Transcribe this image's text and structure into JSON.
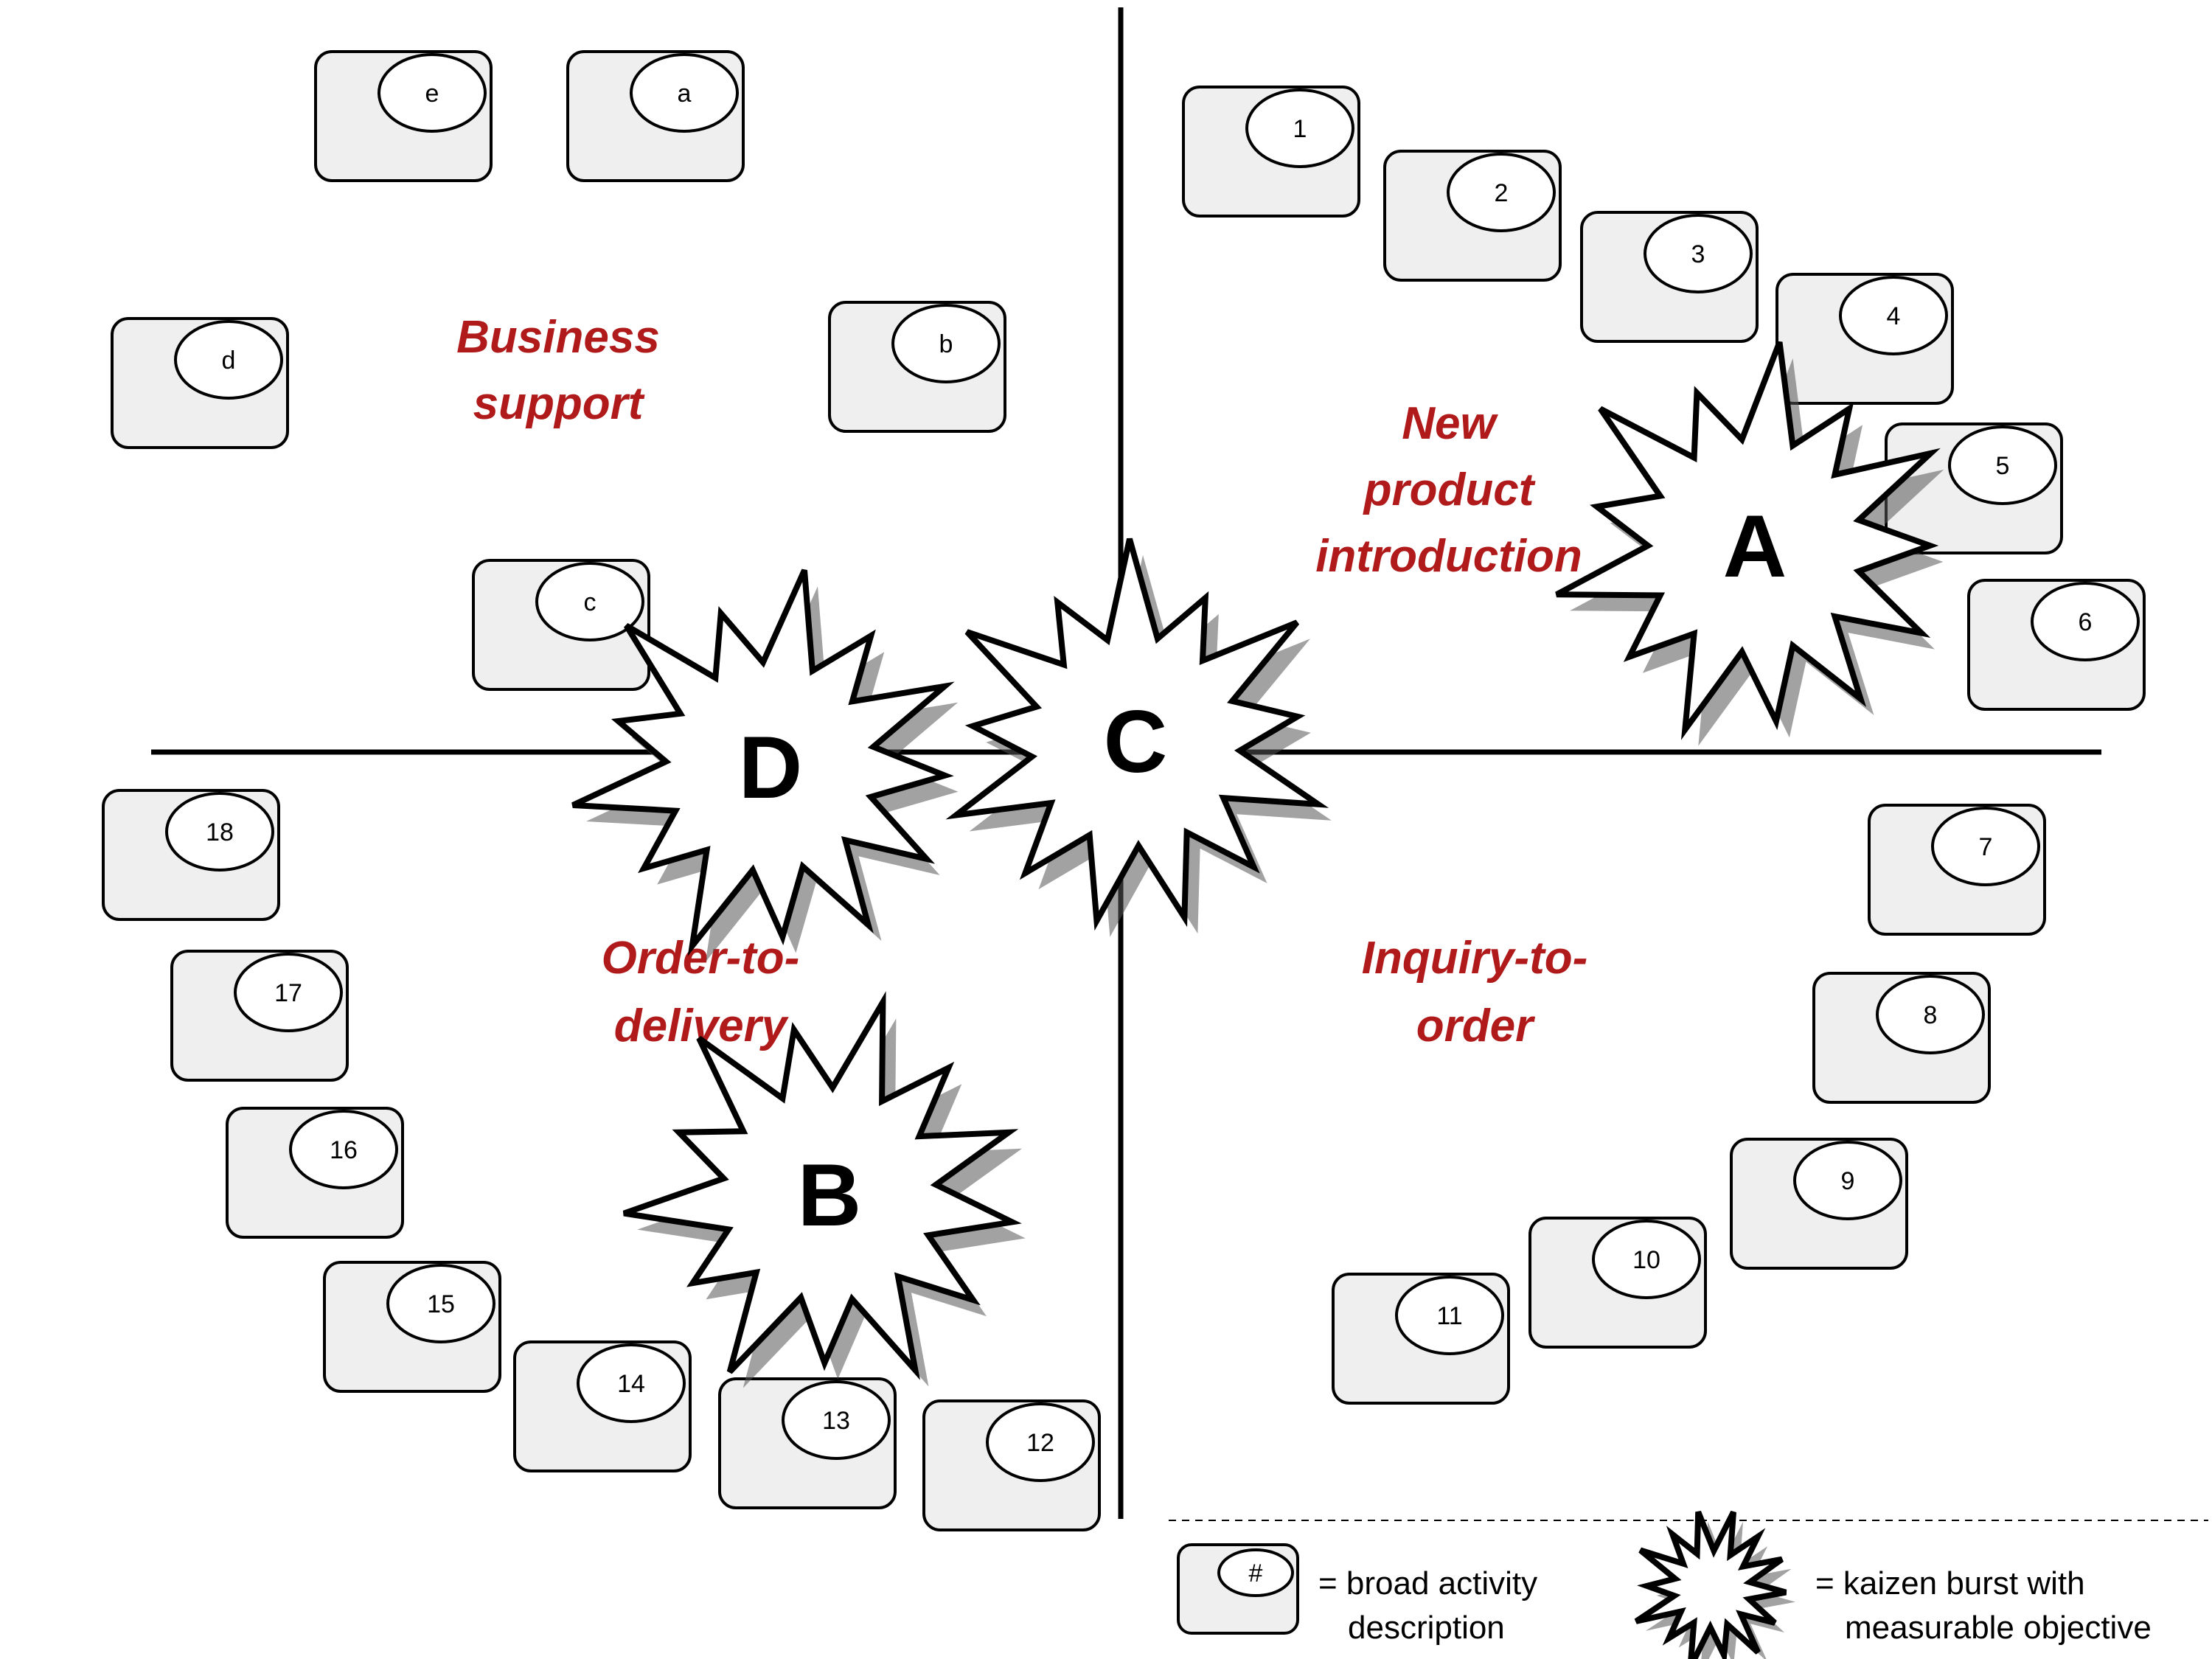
{
  "quadrants": {
    "business_support": [
      "Business",
      "support"
    ],
    "new_product": [
      "New",
      "product",
      "introduction"
    ],
    "order_to_delivery": [
      "Order-to-",
      "delivery"
    ],
    "inquiry_to_order": [
      "Inquiry-to-",
      "order"
    ]
  },
  "activities": {
    "business_support": [
      "a",
      "b",
      "c",
      "d",
      "e"
    ],
    "new_product": [
      "1",
      "2",
      "3",
      "4",
      "5",
      "6"
    ],
    "inquiry_to_order": [
      "7",
      "8",
      "9",
      "10",
      "11"
    ],
    "order_to_delivery": [
      "12",
      "13",
      "14",
      "15",
      "16",
      "17",
      "18"
    ]
  },
  "kaizen_bursts": [
    "A",
    "B",
    "C",
    "D"
  ],
  "legend": {
    "activity_symbol": "#",
    "activity_text": [
      "= broad activity",
      "description"
    ],
    "burst_text": [
      "= kaizen burst with",
      "measurable objective"
    ]
  },
  "colors": {
    "quadrant_title": "#b01a1a",
    "box_fill": "#efefef",
    "burst_fill": "#ffffff",
    "outline": "#000000"
  }
}
